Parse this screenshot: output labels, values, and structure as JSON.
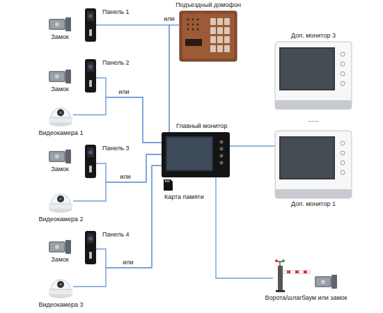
{
  "diagram": {
    "nodes": [
      {
        "text": [
          "Панель 1"
        ]
      },
      {
        "text": [
          "Замок"
        ]
      },
      {
        "text": [
          "Подъездный домофон"
        ]
      },
      {
        "text": [
          "Доп. монитор 3"
        ]
      },
      {
        "text": [
          "Панель 2"
        ]
      },
      {
        "text": [
          "Замок"
        ]
      },
      {
        "text": [
          "Видеокамера 1"
        ]
      },
      {
        "text": [
          "Главный монитор"
        ]
      },
      {
        "text": [
          "Доп. монитор 1"
        ]
      },
      {
        "text": [
          "Панель 3"
        ]
      },
      {
        "text": [
          "Замок"
        ]
      },
      {
        "text": [
          "Карта памяти"
        ]
      },
      {
        "text": [
          "Видеокамера 2"
        ]
      },
      {
        "text": [
          "Панель 4"
        ]
      },
      {
        "text": [
          "Замок"
        ]
      },
      {
        "text": [
          "Видеокамера 3"
        ]
      },
      {
        "text": [
          "Ворота/шлагбаум или замок"
        ]
      }
    ],
    "edges": [
      {
        "from": 0,
        "to": 7,
        "arrow": "none"
      },
      {
        "from": 2,
        "to": 7,
        "arrow": "none"
      },
      {
        "from": 4,
        "to": 7,
        "arrow": "none"
      },
      {
        "from": 6,
        "to": 7,
        "arrow": "none"
      },
      {
        "from": 9,
        "to": 7,
        "arrow": "none"
      },
      {
        "from": 12,
        "to": 7,
        "arrow": "none"
      },
      {
        "from": 13,
        "to": 7,
        "arrow": "none"
      },
      {
        "from": 15,
        "to": 7,
        "arrow": "none"
      },
      {
        "from": 7,
        "to": 8,
        "arrow": "none"
      },
      {
        "from": 7,
        "to": 16,
        "arrow": "none"
      }
    ],
    "labels": [
      "или",
      "или",
      "или",
      "или",
      "......"
    ]
  }
}
